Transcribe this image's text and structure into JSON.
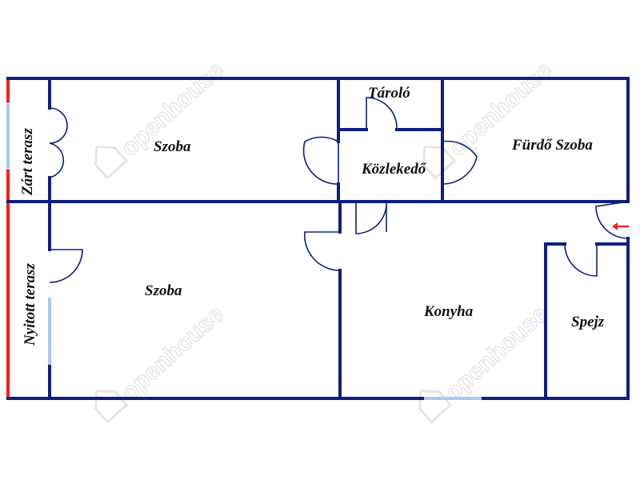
{
  "colors": {
    "wall": "#0f1f7c",
    "window": "#a9c9ee",
    "exterior_edge": "#ff1a1a",
    "entrance_arrow": "#ff1a1a",
    "watermark": "#e6e6e6"
  },
  "watermark": {
    "text": "openhouse",
    "icon": "house-logo-icon"
  },
  "rooms": {
    "zart_terasz": "Zárt terasz",
    "nyitott_terasz": "Nyitott terasz",
    "szoba_upper": "Szoba",
    "szoba_lower": "Szoba",
    "tarolo": "Tároló",
    "kozlekedo": "Közlekedő",
    "furdo_szoba": "Fürdő Szoba",
    "konyha": "Konyha",
    "spejz": "Spejz"
  },
  "entrance": {
    "icon": "entrance-arrow-icon"
  }
}
